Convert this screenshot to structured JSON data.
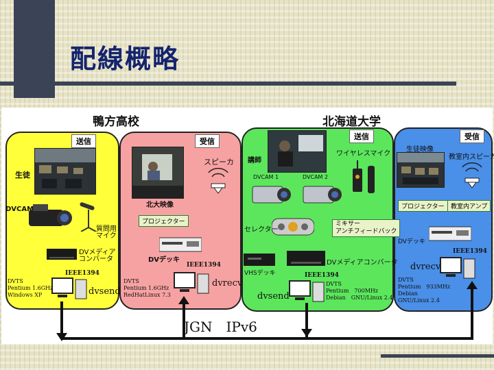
{
  "title": "配線概略",
  "left_site": {
    "name": "鴨方高校",
    "send": {
      "tag": "送信",
      "student_label": "生徒",
      "camera_label": "DVCAM",
      "mic_label": "質問用\nマイク",
      "converter_label": "DVメディア\nコンバータ",
      "ieee_label": "IEEE1394",
      "pc_spec": "DVTS\nPentium 1.6GHz\nWindows XP",
      "pc_name": "dvsend"
    },
    "recv": {
      "tag": "受信",
      "speaker_label": "スピーカ",
      "video_label": "北大映像",
      "projector_label": "プロジェクター",
      "deck_label": "DVデッキ",
      "ieee_label": "IEEE1394",
      "pc_spec": "DVTS\nPentium 1.6GHz\nRedHatLinux 7.3",
      "pc_name": "dvrecv"
    }
  },
  "right_site": {
    "name": "北海道大学",
    "send": {
      "tag": "送信",
      "teacher_label": "講師",
      "wireless_mic_label": "ワイヤレスマイク",
      "cam1_label": "DVCAM 1",
      "cam2_label": "DVCAM 2",
      "selector_label": "セレクター",
      "mixer_label": "ミキサー\nアンチフィードバック",
      "vhs_label": "VHSデッキ",
      "converter_label": "DVメディアコンバータ",
      "ieee_label": "IEEE1394",
      "pc_spec": "DVTS\nPentium　700MHz\nDebian　GNU/Linux 2.4",
      "pc_name": "dvsend"
    },
    "recv": {
      "tag": "受信",
      "student_video_label": "生徒映像",
      "speaker_label": "教室内スピーカ",
      "projector_label": "プロジェクター",
      "amp_label": "教室内アンプ",
      "deck_label": "DVデッキ",
      "ieee_label": "IEEE1394",
      "pc_name": "dvrecv",
      "pc_spec": "DVTS\nPentium　933MHz\nDebian\nGNU/Linux 2.4"
    }
  },
  "network_label": "JGN　IPv6",
  "colors": {
    "zone_yellow": "#ffff3a",
    "zone_pink": "#f7a2a2",
    "zone_green": "#5ce65c",
    "zone_blue": "#4a8fe8",
    "title": "#14246e",
    "deco": "#3b4356"
  }
}
